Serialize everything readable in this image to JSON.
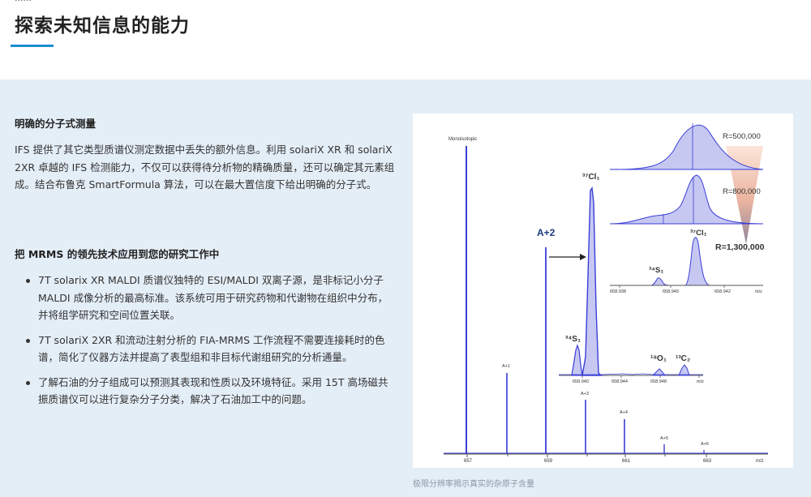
{
  "header": {
    "top_fragment": "......",
    "title": "探索未知信息的能力"
  },
  "section1": {
    "heading": "明确的分子式测量",
    "body": "IFS 提供了其它类型质谱仪测定数据中丢失的额外信息。利用 solariX XR 和 solariX 2XR 卓越的 IFS 检测能力，不仅可以获得待分析物的精确质量，还可以确定其元素组成。结合布鲁克 SmartFormula 算法，可以在最大置信度下给出明确的分子式。"
  },
  "section2": {
    "heading": "把 MRMS 的领先技术应用到您的研究工作中",
    "bullets": [
      "7T solarix XR MALDI 质谱仪独特的 ESI/MALDI 双离子源，是非标记小分子 MALDI 成像分析的最高标准。该系统可用于研究药物和代谢物在组织中分布，并将组学研究和空间位置关联。",
      "7T solariX 2XR 和流动注射分析的 FIA-MRMS 工作流程不需要连接耗时的色谱，简化了仪器方法并提高了表型组和非目标代谢组研究的分析通量。",
      "了解石油的分子组成可以预测其表现和性质以及环境特征。采用 15T 高场磁共振质谱仪可以进行复杂分子分类，解决了石油加工中的问题。"
    ]
  },
  "figure": {
    "caption": "极限分辨率揭示真实的杂原子含量",
    "labels": {
      "monoisotopic": "Monoisotopic",
      "a2": "A+2",
      "a1": "A+1",
      "a3": "A+3",
      "a4": "A+4",
      "a5": "A+5",
      "a6": "A+6",
      "cl37_main": "³⁷Cl₁",
      "s34_main": "³⁴S₁",
      "o18": "¹⁸O₁",
      "c13": "¹³C₂",
      "cl37_inset": "³⁷Cl₁",
      "s34_inset": "³⁴S₁",
      "r500": "R=500,000",
      "r800": "R=800,000",
      "r1300": "R=1,300,000"
    },
    "main_axis_ticks": [
      "657",
      "659",
      "661",
      "663",
      "m/z"
    ],
    "zoom_axis_ticks": [
      "658.940",
      "658.944",
      "658.948",
      "m/z"
    ],
    "inset_axis_ticks": [
      "658.938",
      "658.940",
      "658.942",
      "m/z"
    ],
    "colors": {
      "peak": "#3a3ed6",
      "fill": "#c6c8f2",
      "arrow": "#222222",
      "cone_top": "#f4c9b6",
      "cone_bottom": "#7c6f8a"
    }
  }
}
